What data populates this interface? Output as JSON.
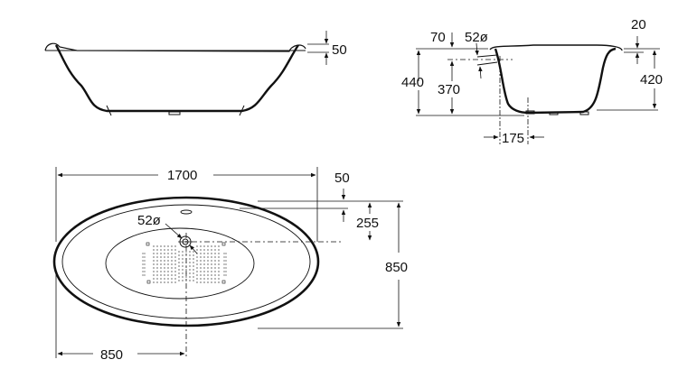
{
  "drawing": {
    "subject": "Oval freestanding bathtub technical drawing",
    "units": "mm",
    "side_view": {
      "rim_height_label": "50"
    },
    "end_view": {
      "overflow_offset_label": "70",
      "overflow_diameter_label": "52ø",
      "total_height_label": "440",
      "overflow_height_label": "370",
      "rim_thickness_label": "20",
      "inner_depth_label": "420",
      "drain_offset_label": "175"
    },
    "plan_view": {
      "length_label": "1700",
      "rim_width_label": "50",
      "drain_offset_label": "255",
      "width_label": "850",
      "drain_diameter_label": "52ø",
      "drain_center_label": "850"
    }
  }
}
